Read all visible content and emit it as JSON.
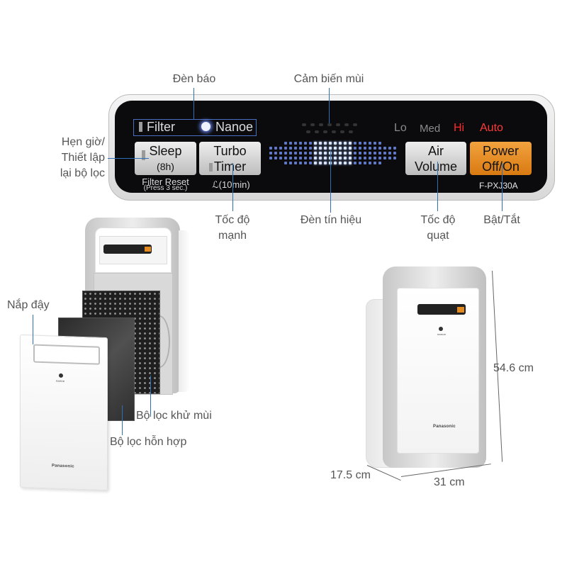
{
  "callouts": {
    "den_bao": "Đèn báo",
    "cam_bien_mui": "Cảm biến mùi",
    "hen_gio_line1": "Hẹn giờ/",
    "hen_gio_line2": "Thiết lập",
    "hen_gio_line3": "lại bộ lọc",
    "toc_do_manh_line1": "Tốc độ",
    "toc_do_manh_line2": "mạnh",
    "den_tin_hieu": "Đèn tín hiệu",
    "toc_do_quat_line1": "Tốc độ",
    "toc_do_quat_line2": "quạt",
    "bat_tat": "Bật/Tắt",
    "nap_day": "Nắp đậy",
    "bo_loc_khu_mui": "Bộ lọc khử mùi",
    "bo_loc_hon_hop": "Bộ lọc hỗn hợp"
  },
  "panel": {
    "indicator_filter": "Filter",
    "indicator_nanoe": "Nanoe",
    "speed_lo": "Lo",
    "speed_med": "Med",
    "speed_hi": "Hi",
    "speed_auto": "Auto",
    "sleep_label": "Sleep",
    "sleep_sub": "(8h)",
    "filter_reset": "Filter Reset",
    "filter_reset_sub": "(Press 3 sec.)",
    "turbo_label": "Turbo",
    "timer_label": "Timer",
    "timer_sub": "(10min)",
    "air_label": "Air",
    "volume_label": "Volume",
    "power_label": "Power",
    "power_sub": "Off/On",
    "model": "F-PXJ30A"
  },
  "product": {
    "brand": "Panasonic",
    "badge": "nanoe"
  },
  "dimensions": {
    "height": "54.6 cm",
    "width": "31 cm",
    "depth": "17.5 cm"
  },
  "colors": {
    "callout_line": "#2e6fb8",
    "power_button": "#e68a1e",
    "speed_hi": "#ff2a2a",
    "speed_auto": "#ff3a3a",
    "signal_light": "#6f8fff"
  }
}
